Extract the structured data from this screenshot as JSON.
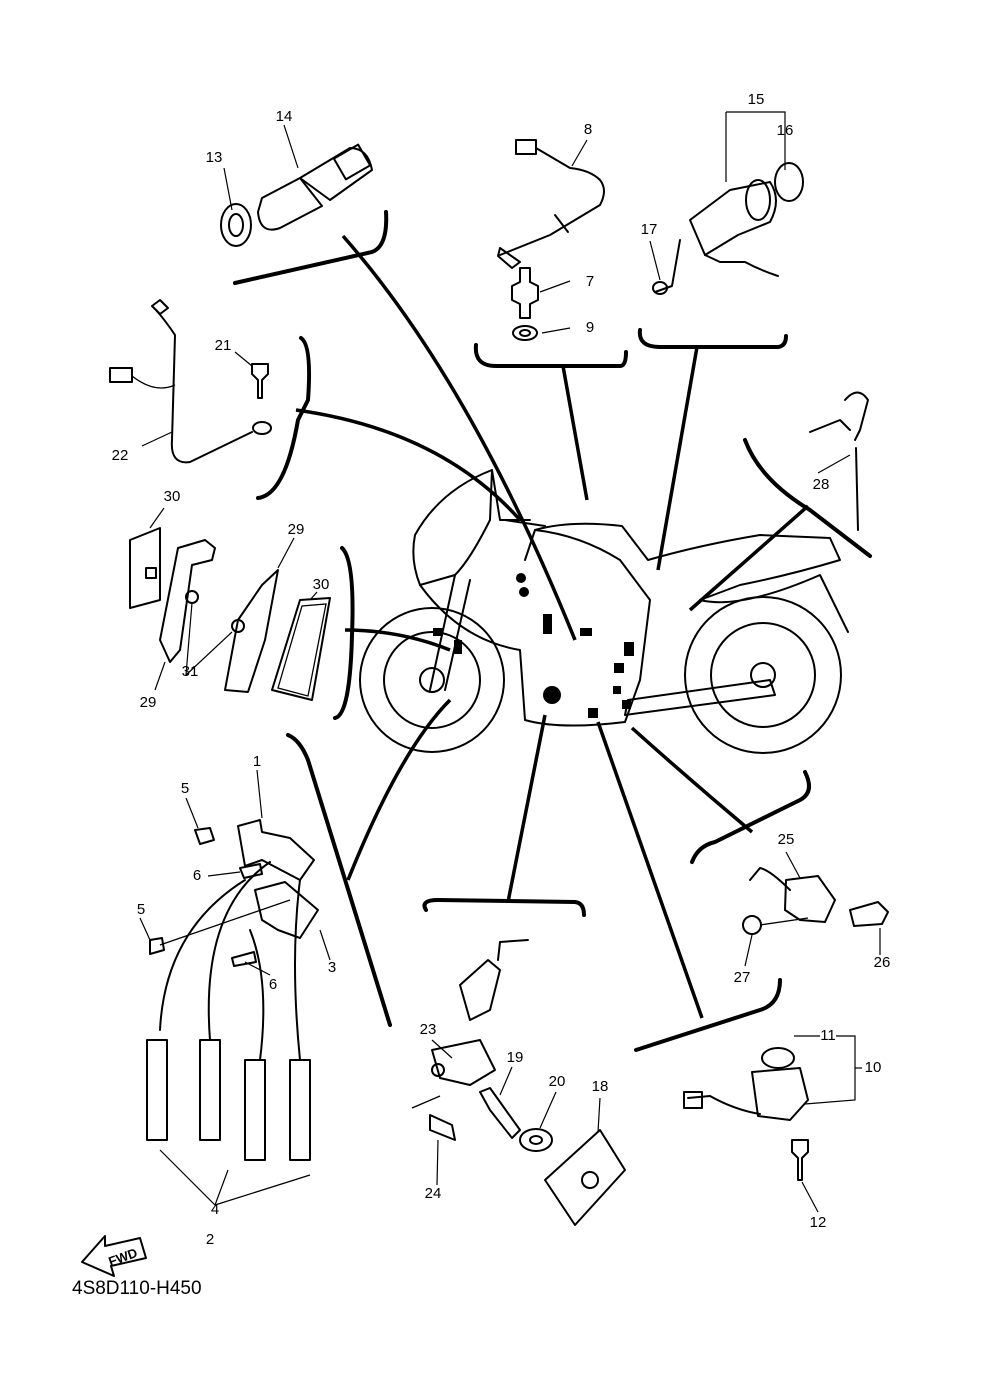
{
  "diagram": {
    "drawing_code": "4S8D110-H450",
    "fwd_label": "FWD",
    "callouts": [
      "1",
      "2",
      "3",
      "4",
      "5",
      "5",
      "6",
      "6",
      "7",
      "8",
      "9",
      "10",
      "11",
      "12",
      "13",
      "14",
      "15",
      "16",
      "17",
      "18",
      "19",
      "20",
      "21",
      "22",
      "23",
      "24",
      "25",
      "26",
      "27",
      "28",
      "29",
      "29",
      "30",
      "30",
      "31"
    ]
  }
}
